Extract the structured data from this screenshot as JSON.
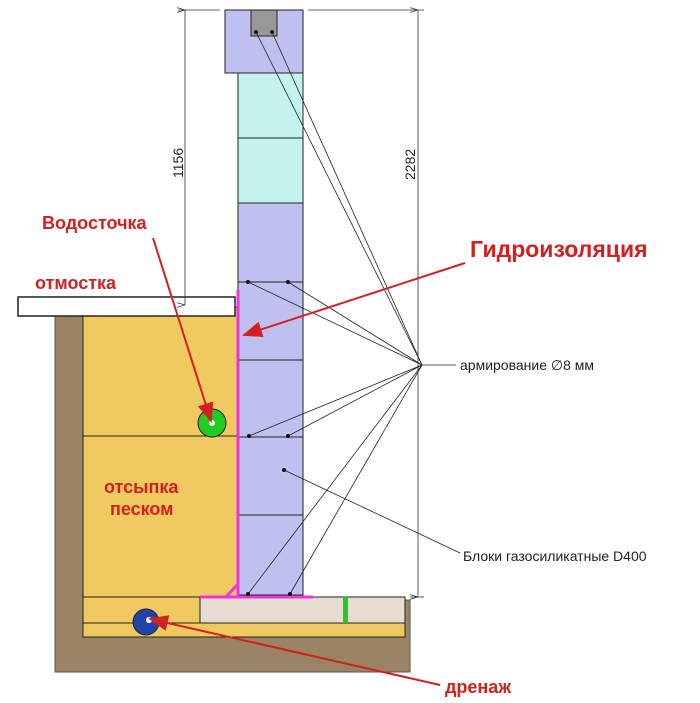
{
  "labels": {
    "drain_gutter": "Водосточка",
    "blind_area": "отмостка",
    "waterproofing": "Гидроизоляция",
    "reinforcement": "армирование ∅8 мм",
    "sand_fill_line1": "отсыпка",
    "sand_fill_line2": "песком",
    "blocks": "Блоки газосиликатные D400",
    "drainage": "дренаж"
  },
  "dimensions": {
    "upper": "1156",
    "total": "2282"
  },
  "colors": {
    "soil": "#9b8466",
    "sand": "#f0c960",
    "block": "#c0c0f0",
    "block_cyan": "#c4f2ee",
    "waterproofing": "#ee33dd",
    "label_red": "#d42020",
    "gutter": "#22cc22",
    "drain": "#2244aa",
    "slab": "#e6dcd0"
  }
}
